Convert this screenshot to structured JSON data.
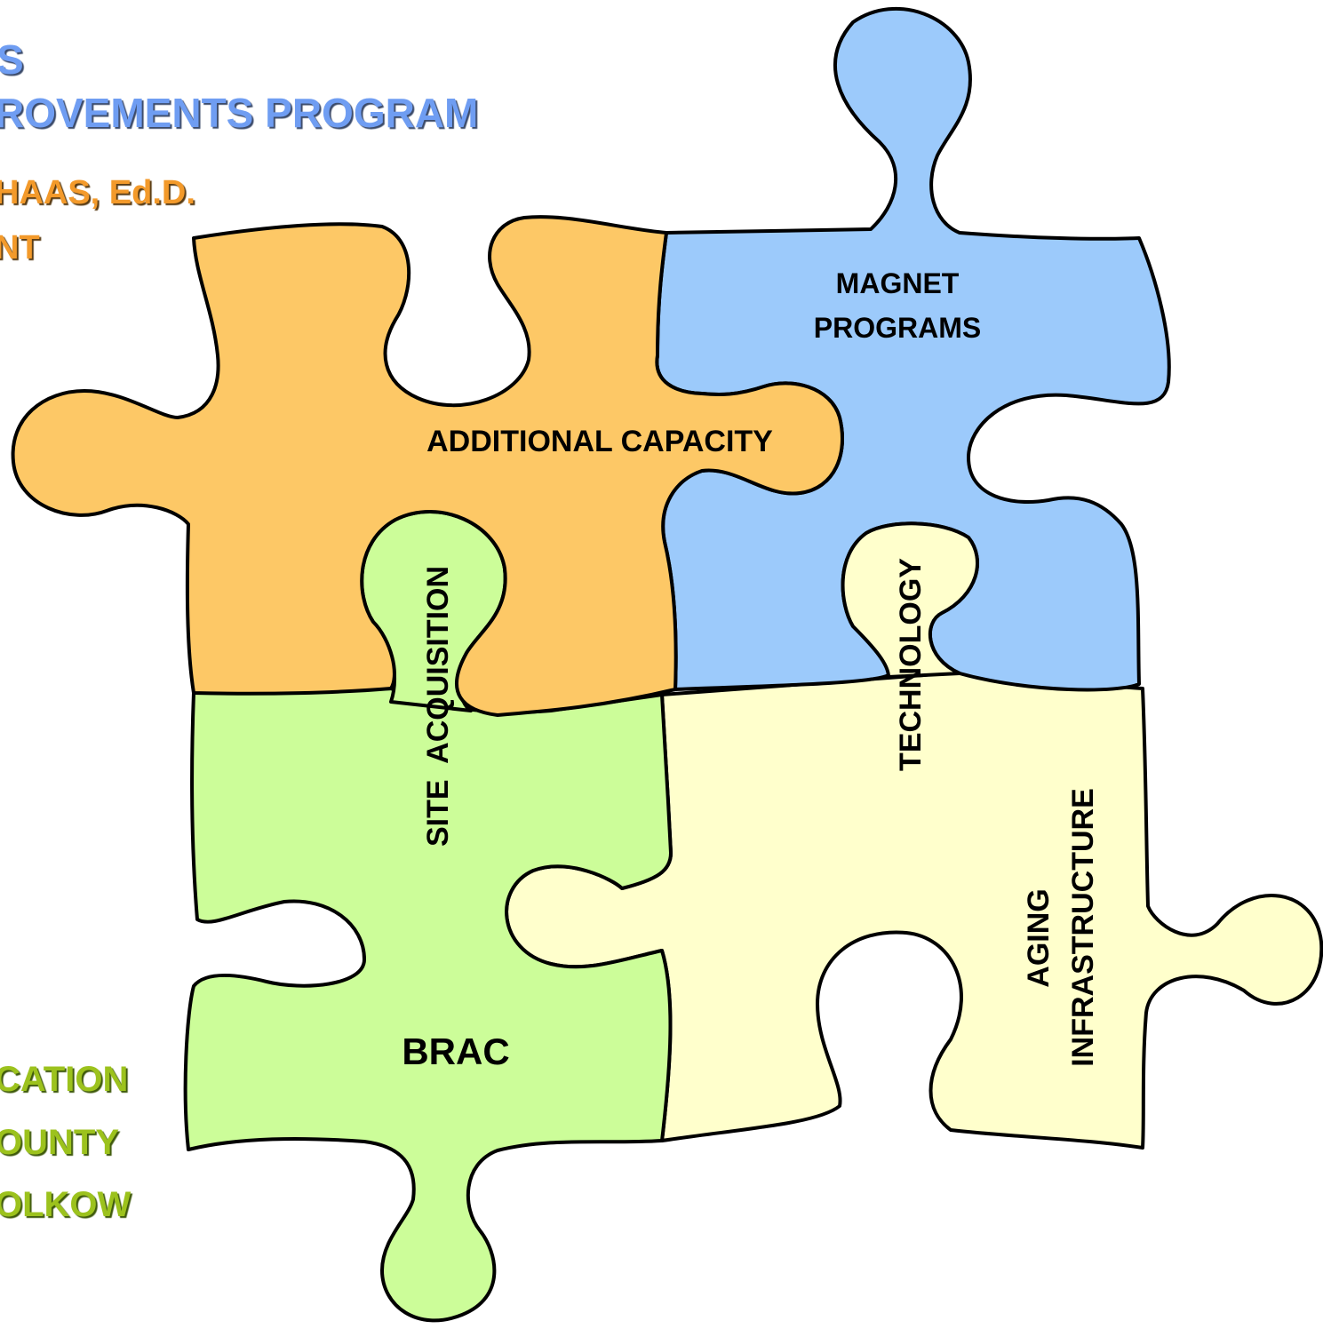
{
  "header": {
    "line1": "S",
    "line2": "ROVEMENTS PROGRAM",
    "line3": "HAAS, Ed.D.",
    "line4": "NT"
  },
  "footer": {
    "line1": "CATION",
    "line2": "OUNTY",
    "line3": "OLKOW"
  },
  "pieces": {
    "additional_capacity": {
      "label": "ADDITIONAL CAPACITY",
      "color": "#fdc866"
    },
    "magnet_programs": {
      "label_line1": "MAGNET",
      "label_line2": "PROGRAMS",
      "color": "#9ccafb"
    },
    "brac": {
      "label": "BRAC",
      "color": "#ccfd99"
    },
    "aging_infrastructure": {
      "label_line1": "AGING",
      "label_line2": "INFRASTRUCTURE",
      "color": "#ffffcc"
    },
    "site_acquisition": {
      "label": "SITE  ACQUISITION",
      "color": "#ccfd99"
    },
    "technology": {
      "label": "TECHNOLOGY",
      "color": "#ffffcc"
    }
  }
}
